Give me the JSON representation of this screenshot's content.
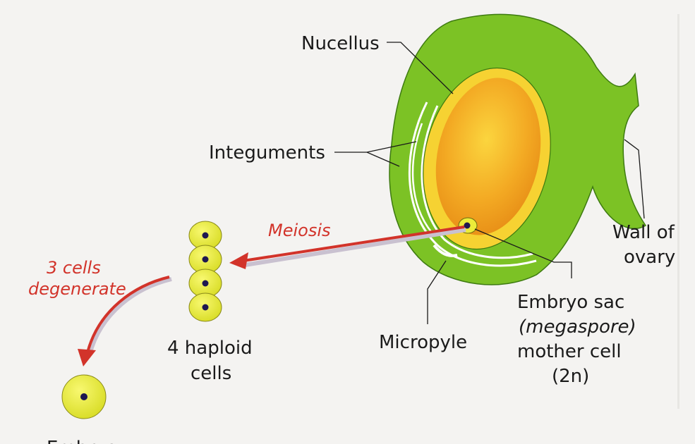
{
  "labels": {
    "nucellus": "Nucellus",
    "integuments": "Integuments",
    "wall_line1": "Wall of",
    "wall_line2": "ovary",
    "micropyle": "Micropyle",
    "embryo_line1": "Embryo sac",
    "embryo_line2": "(megaspore)",
    "embryo_line3": "mother cell",
    "embryo_line4": "(2n)",
    "meiosis": "Meiosis",
    "degenerate_line1": "3 cells",
    "degenerate_line2": "degenerate",
    "haploid_line1": "4 haploid",
    "haploid_line2": "cells",
    "bottom_cut": "Embryo"
  },
  "colors": {
    "ovary_green": "#7cc225",
    "ovary_dark": "#3d7a10",
    "nucellus_orange": "#f0a81e",
    "embryo_yellow": "#f6d232",
    "cell_yellow": "#ecec3a",
    "nucleus": "#1f1850",
    "arrow_red": "#d2332a",
    "background": "#f4f3f1"
  }
}
